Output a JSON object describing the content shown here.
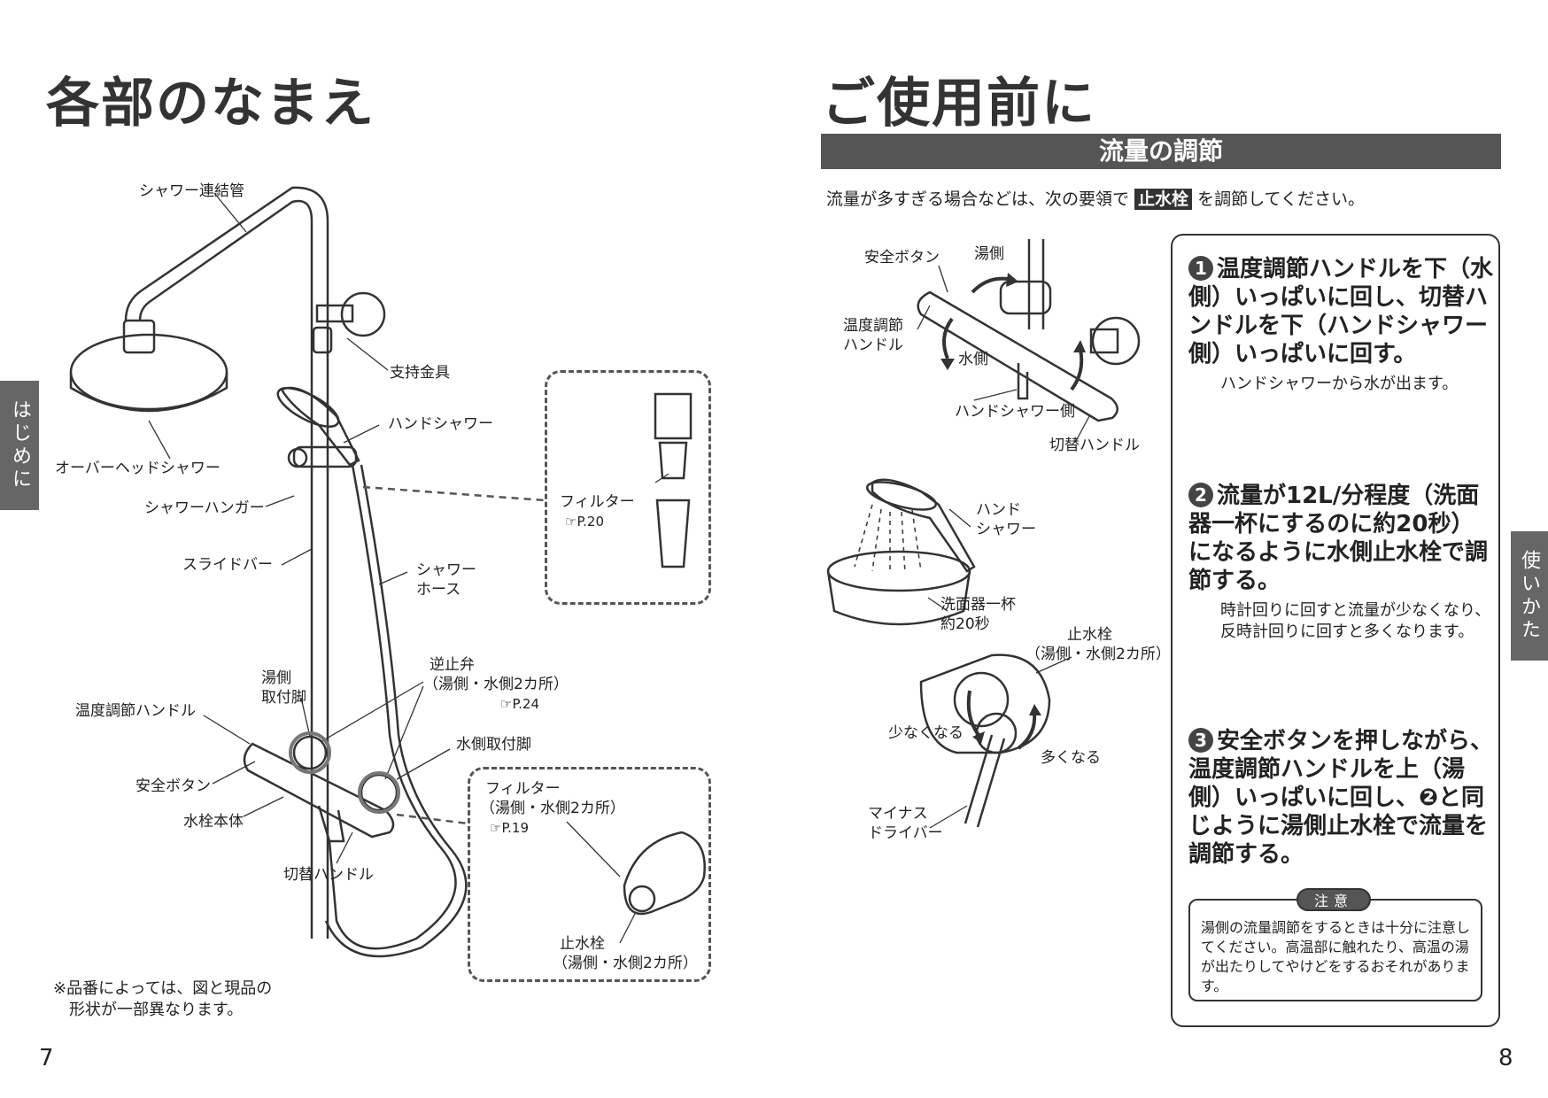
{
  "left_page": {
    "title": "各部のなまえ",
    "side_tab": "はじめに",
    "page_number": "7",
    "labels": {
      "shower_pipe": "シャワー連結管",
      "support_bracket": "支持金具",
      "hand_shower": "ハンドシャワー",
      "overhead_shower": "オーバーヘッドシャワー",
      "shower_hanger": "シャワーハンガー",
      "slide_bar": "スライドバー",
      "shower_hose_1": "シャワー",
      "shower_hose_2": "ホース",
      "hot_leg_1": "湯側",
      "hot_leg_2": "取付脚",
      "check_valve_1": "逆止弁",
      "check_valve_2": "（湯側・水側2カ所）",
      "check_valve_ref": "☞P.24",
      "temp_handle": "温度調節ハンドル",
      "cold_leg": "水側取付脚",
      "safety_button": "安全ボタン",
      "faucet_body": "水栓本体",
      "switch_handle": "切替ハンドル",
      "filter_top": "フィルター",
      "filter_top_ref": "☞P.20",
      "filter_bottom_1": "フィルター",
      "filter_bottom_2": "（湯側・水側2カ所）",
      "filter_bottom_ref": "☞P.19",
      "stop_valve_1": "止水栓",
      "stop_valve_2": "（湯側・水側2カ所）"
    },
    "note_1": "※品番によっては、図と現品の",
    "note_2": "　形状が一部異なります。"
  },
  "right_page": {
    "title": "ご使用前に",
    "section": "流量の調節",
    "side_tab": "使いかた",
    "page_number": "8",
    "intro_before": "流量が多すぎる場合などは、次の要領で ",
    "intro_highlight": "止水栓",
    "intro_after": " を調節してください。",
    "fig_labels": {
      "safety_button": "安全ボタン",
      "hot_side": "湯側",
      "temp_handle_1": "温度調節",
      "temp_handle_2": "ハンドル",
      "cold_side": "水側",
      "hand_shower_side": "ハンドシャワー側",
      "switch_handle": "切替ハンドル",
      "hand_1": "ハンド",
      "hand_2": "シャワー",
      "basin_1": "洗面器一杯",
      "basin_2": "約20秒",
      "stop_valve_1": "止水栓",
      "stop_valve_2": "（湯側・水側2カ所）",
      "less": "少なくなる",
      "more": "多くなる",
      "driver_1": "マイナス",
      "driver_2": "ドライバー"
    },
    "steps": [
      {
        "num": "1",
        "head": "温度調節ハンドルを下（水側）いっぱいに回し、切替ハンドルを下（ハンドシャワー側）いっぱいに回す。",
        "body": "ハンドシャワーから水が出ます。"
      },
      {
        "num": "2",
        "head": "流量が12L/分程度（洗面器一杯にするのに約20秒）になるように水側止水栓で調節する。",
        "body": "時計回りに回すと流量が少なくなり、反時計回りに回すと多くなります。"
      },
      {
        "num": "3",
        "head": "安全ボタンを押しながら、温度調節ハンドルを上（湯側）いっぱいに回し、❷と同じように湯側止水栓で流量を調節する。",
        "body": ""
      }
    ],
    "caution_tag": "注意",
    "caution_text": "湯側の流量調節をするときは十分に注意してください。高温部に触れたり、高温の湯が出たりしてやけどをするおそれがあります。"
  }
}
